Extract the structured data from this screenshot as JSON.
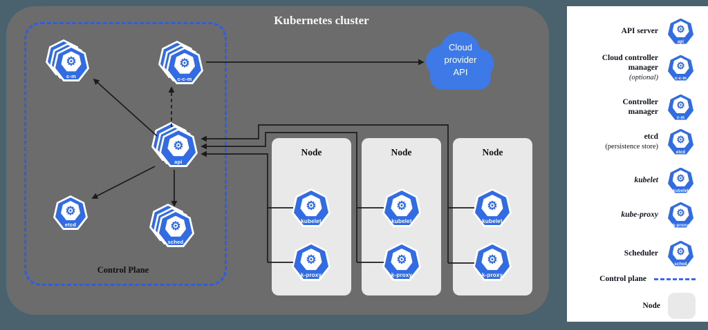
{
  "colors": {
    "kubernetes_blue": "#326ce5",
    "frame_teal": "#4a616e",
    "cluster_gray": "#6c6c6c",
    "node_gray": "#e9e9e9",
    "control_plane_dash_blue": "#2f5ce6",
    "cloud_blue": "#3e79e8",
    "arrow_black": "#1b1b1b"
  },
  "icons": {
    "gear": "⚙"
  },
  "cluster": {
    "title": "Kubernetes cluster"
  },
  "control_plane": {
    "label": "Control Plane",
    "components": [
      {
        "id": "c-m",
        "label": "c-m",
        "stacked": true
      },
      {
        "id": "c-c-m",
        "label": "c-c-m",
        "stacked": true
      },
      {
        "id": "api",
        "label": "api",
        "stacked": true
      },
      {
        "id": "etcd",
        "label": "etcd",
        "stacked": false
      },
      {
        "id": "sched",
        "label": "sched",
        "stacked": true
      }
    ]
  },
  "cloud": {
    "lines": [
      "Cloud",
      "provider",
      "API"
    ]
  },
  "nodes": [
    {
      "title": "Node",
      "components": [
        {
          "label": "kubelet"
        },
        {
          "label": "k-proxy"
        }
      ]
    },
    {
      "title": "Node",
      "components": [
        {
          "label": "kubelet"
        },
        {
          "label": "k-proxy"
        }
      ]
    },
    {
      "title": "Node",
      "components": [
        {
          "label": "kubelet"
        },
        {
          "label": "k-proxy"
        }
      ]
    }
  ],
  "legend": {
    "items": [
      {
        "label": "API server",
        "icon_label": "api"
      },
      {
        "label": "Cloud controller manager",
        "note": "(optional)",
        "icon_label": "c-c-m"
      },
      {
        "label": "Controller manager",
        "icon_label": "c-m"
      },
      {
        "label": "etcd",
        "note": "(persistence store)",
        "icon_label": "etcd"
      },
      {
        "label": "kubelet",
        "icon_label": "kubelet"
      },
      {
        "label": "kube-proxy",
        "icon_label": "k-proxy"
      },
      {
        "label": "Scheduler",
        "icon_label": "sched"
      },
      {
        "label": "Control plane"
      },
      {
        "label": "Node"
      }
    ]
  }
}
